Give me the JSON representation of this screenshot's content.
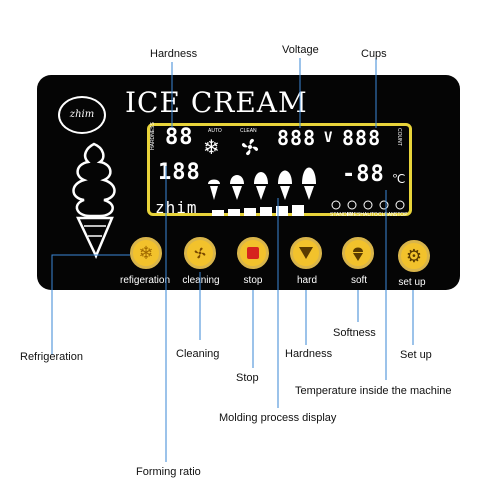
{
  "panel": {
    "title": "ICE CREAM",
    "brand": "zhim",
    "lcd_brand": "zhim",
    "lcd": {
      "hardness_value": "88",
      "hardness_tag": "HARDNESS",
      "forming_value": "188",
      "auto_label": "AUTO",
      "clean_label": "CLEAN",
      "voltage_value": "888",
      "voltage_unit": "V",
      "cups_value": "888",
      "count_tag": "COUNT",
      "temperature_value": "-88",
      "temperature_unit": "℃",
      "status_labels": [
        "STANDBY",
        "FRESH",
        "AUTO",
        "CLEAN",
        "STOP"
      ]
    },
    "buttons": [
      {
        "label": "refigeration"
      },
      {
        "label": "cleaning"
      },
      {
        "label": "stop"
      },
      {
        "label": "hard"
      },
      {
        "label": "soft"
      },
      {
        "label": "set up"
      }
    ]
  },
  "callouts": {
    "hardness_top": "Hardness",
    "voltage": "Voltage",
    "cups": "Cups",
    "refrigeration": "Refrigeration",
    "cleaning": "Cleaning",
    "stop": "Stop",
    "hardness_bottom": "Hardness",
    "softness": "Softness",
    "setup": "Set up",
    "temperature": "Temperature inside the machine",
    "molding": "Molding process display",
    "forming": "Forming ratio"
  },
  "colors": {
    "panel_bg": "#050505",
    "lcd_frame": "#e8d43a",
    "button_gold": "#f2c22c",
    "button_stop": "#d6241e",
    "callout_line": "#3a87d6"
  }
}
